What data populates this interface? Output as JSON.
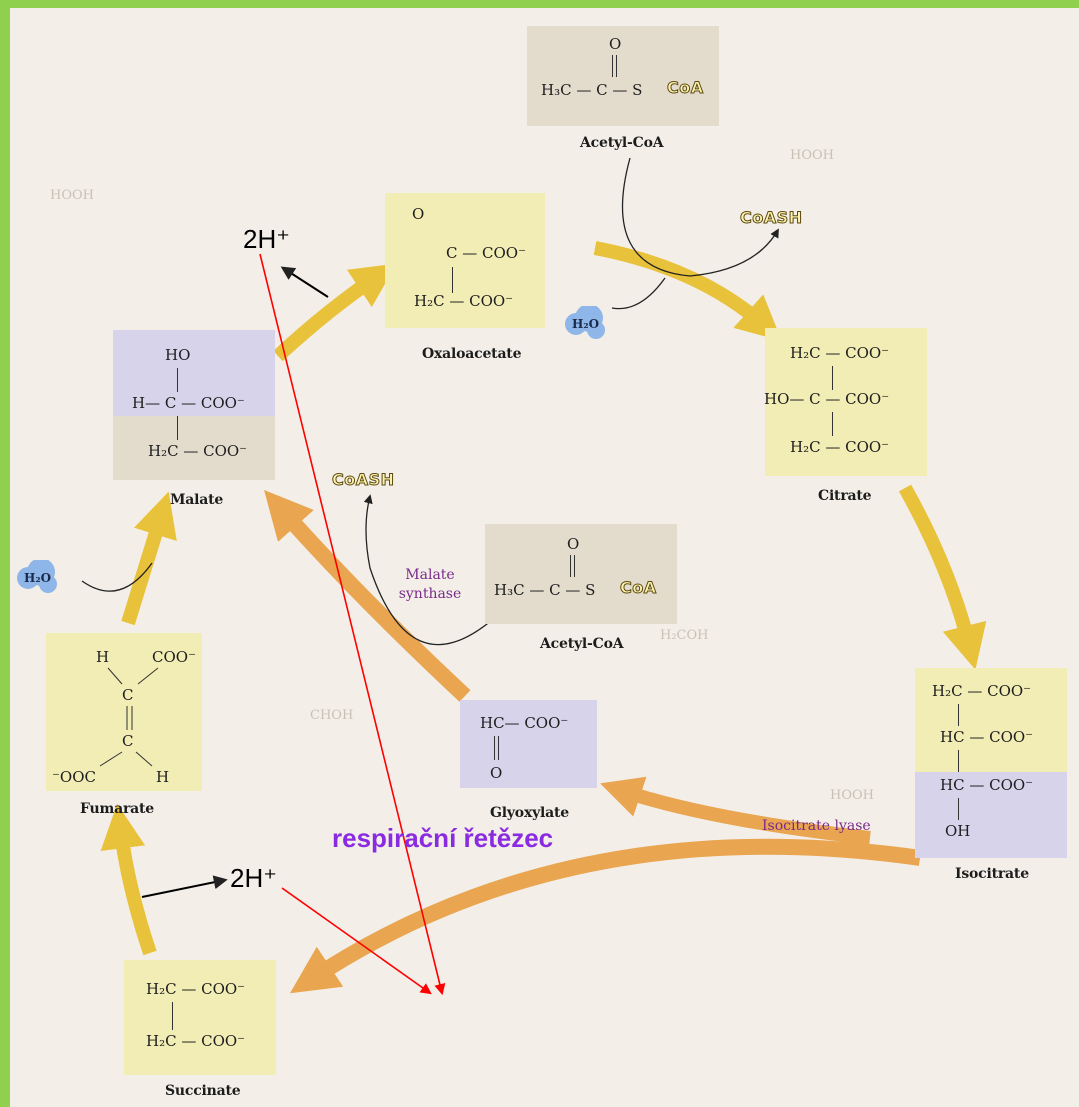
{
  "compounds": {
    "acetyl_coa_top": {
      "o": "O",
      "h3c": "H₃C — C — S",
      "coa": "CoA",
      "name": "Acetyl-CoA"
    },
    "oxaloacetate": {
      "o": "O",
      "row1": "C — COO⁻",
      "row2": "H₂C — COO⁻",
      "name": "Oxaloacetate"
    },
    "citrate": {
      "row1": "H₂C — COO⁻",
      "row2": "HO— C — COO⁻",
      "row3": "H₂C — COO⁻",
      "name": "Citrate"
    },
    "isocitrate": {
      "row1": "H₂C — COO⁻",
      "row2": "HC — COO⁻",
      "row3": "HC — COO⁻",
      "row4": "OH",
      "name": "Isocitrate"
    },
    "malate": {
      "row1": "HO",
      "row2": "H— C — COO⁻",
      "row3": "H₂C — COO⁻",
      "name": "Malate"
    },
    "fumarate": {
      "h1": "H",
      "coo1": "COO⁻",
      "c1": "C",
      "c2": "C",
      "coo2": "⁻OOC",
      "h2": "H",
      "name": "Fumarate"
    },
    "succinate": {
      "row1": "H₂C — COO⁻",
      "row2": "H₂C — COO⁻",
      "name": "Succinate"
    },
    "glyoxylate": {
      "row1": "HC— COO⁻",
      "row2": "O",
      "name": "Glyoxylate"
    },
    "acetyl_coa_mid": {
      "o": "O",
      "h3c": "H₃C — C — S",
      "coa": "CoA",
      "name": "Acetyl-CoA"
    }
  },
  "coash_labels": {
    "top": "CoASH",
    "mid": "CoASH"
  },
  "water_labels": {
    "left": "H₂O",
    "top": "H₂O"
  },
  "enzymes": {
    "malate_synthase": "Malate\nsynthase",
    "isocitrate_lyase": "Isocitrate lyase"
  },
  "annotations": {
    "h2_top": "2H⁺",
    "h2_bottom": "2H⁺",
    "resp_chain": "respirační řetězec"
  },
  "colors": {
    "background_green": "#8fd14f",
    "arrow_yellow": "#e8c23a",
    "arrow_orange": "#e9a550",
    "red_line": "#ff0000",
    "resp_text": "#8a2be2",
    "enzyme_text": "#7a2a8a"
  }
}
